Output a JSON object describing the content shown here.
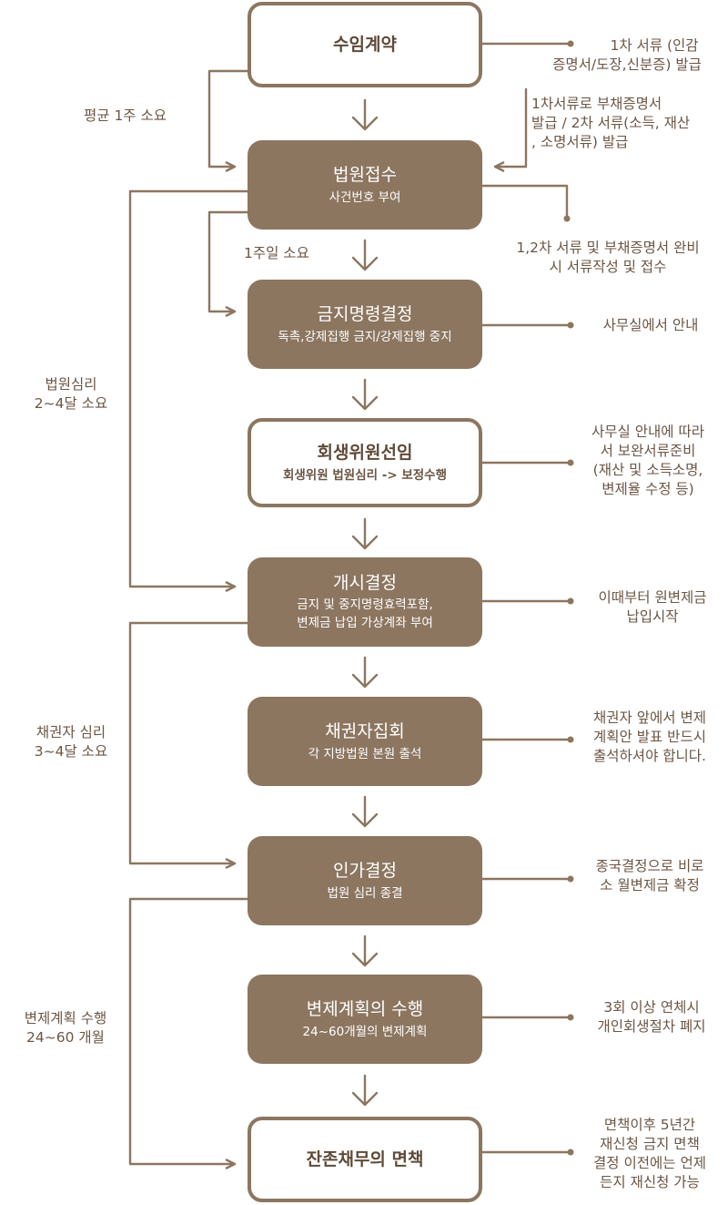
{
  "colors": {
    "primary": "#8c7660",
    "text": "#6b5644",
    "box_text": "#ffffff"
  },
  "steps": [
    {
      "title": "수임계약",
      "subtitle": "",
      "style": "outline"
    },
    {
      "title": "법원접수",
      "subtitle": "사건번호 부여",
      "style": "filled"
    },
    {
      "title": "금지명령결정",
      "subtitle": "독촉,강제집행 금지/강제집행 중지",
      "style": "filled"
    },
    {
      "title": "회생위원선임",
      "subtitle": "회생위원 법원심리 -> 보정수행",
      "style": "outline"
    },
    {
      "title": "개시결정",
      "subtitle": "금지 및 중지명령효력포함,",
      "subtitle2": "변제금 납입 가상계좌 부여",
      "style": "filled"
    },
    {
      "title": "채권자집회",
      "subtitle": "각 지방법원 본원 출석",
      "style": "filled"
    },
    {
      "title": "인가결정",
      "subtitle": "법원 심리 종결",
      "style": "filled"
    },
    {
      "title": "변제계획의 수행",
      "subtitle": "24~60개월의 변제계획",
      "style": "filled"
    },
    {
      "title": "잔존채무의 면책",
      "subtitle": "",
      "style": "outline"
    }
  ],
  "right_notes": [
    {
      "lines": [
        "1차 서류 (인감",
        "증명서/도장,신분증) 발급"
      ]
    },
    {
      "lines": [
        "1차서류로 부채증명서",
        "발급 / 2차 서류(소득, 재산",
        ", 소명서류) 발급"
      ]
    },
    {
      "lines": [
        "1,2차 서류 및 부채증명서 완비",
        "시 서류작성 및 접수"
      ]
    },
    {
      "lines": [
        "사무실에서 안내"
      ]
    },
    {
      "lines": [
        "사무실 안내에 따라",
        "서 보완서류준비",
        "(재산 및 소득소명,",
        "변제율 수정 등)"
      ]
    },
    {
      "lines": [
        "이때부터 원변제금",
        "납입시작"
      ]
    },
    {
      "lines": [
        "채권자 앞에서 변제",
        "계획안 발표 반드시",
        "출석하셔야 합니다."
      ]
    },
    {
      "lines": [
        "종국결정으로 비로",
        "소 월변제금 확정"
      ]
    },
    {
      "lines": [
        "3회 이상 연체시",
        "개인회생절차 폐지"
      ]
    },
    {
      "lines": [
        "면책이후 5년간",
        "재신청 금지 면책",
        "결정 이전에는 언제",
        "든지 재신청 가능"
      ]
    }
  ],
  "left_notes": [
    {
      "lines": [
        "평균 1주 소요"
      ]
    },
    {
      "lines": [
        "1주일 소요"
      ]
    },
    {
      "lines": [
        "법원심리",
        "2~4달 소요"
      ]
    },
    {
      "lines": [
        "채권자 심리",
        "3~4달 소요"
      ]
    },
    {
      "lines": [
        "변제계획 수행",
        "24~60 개월"
      ]
    }
  ]
}
